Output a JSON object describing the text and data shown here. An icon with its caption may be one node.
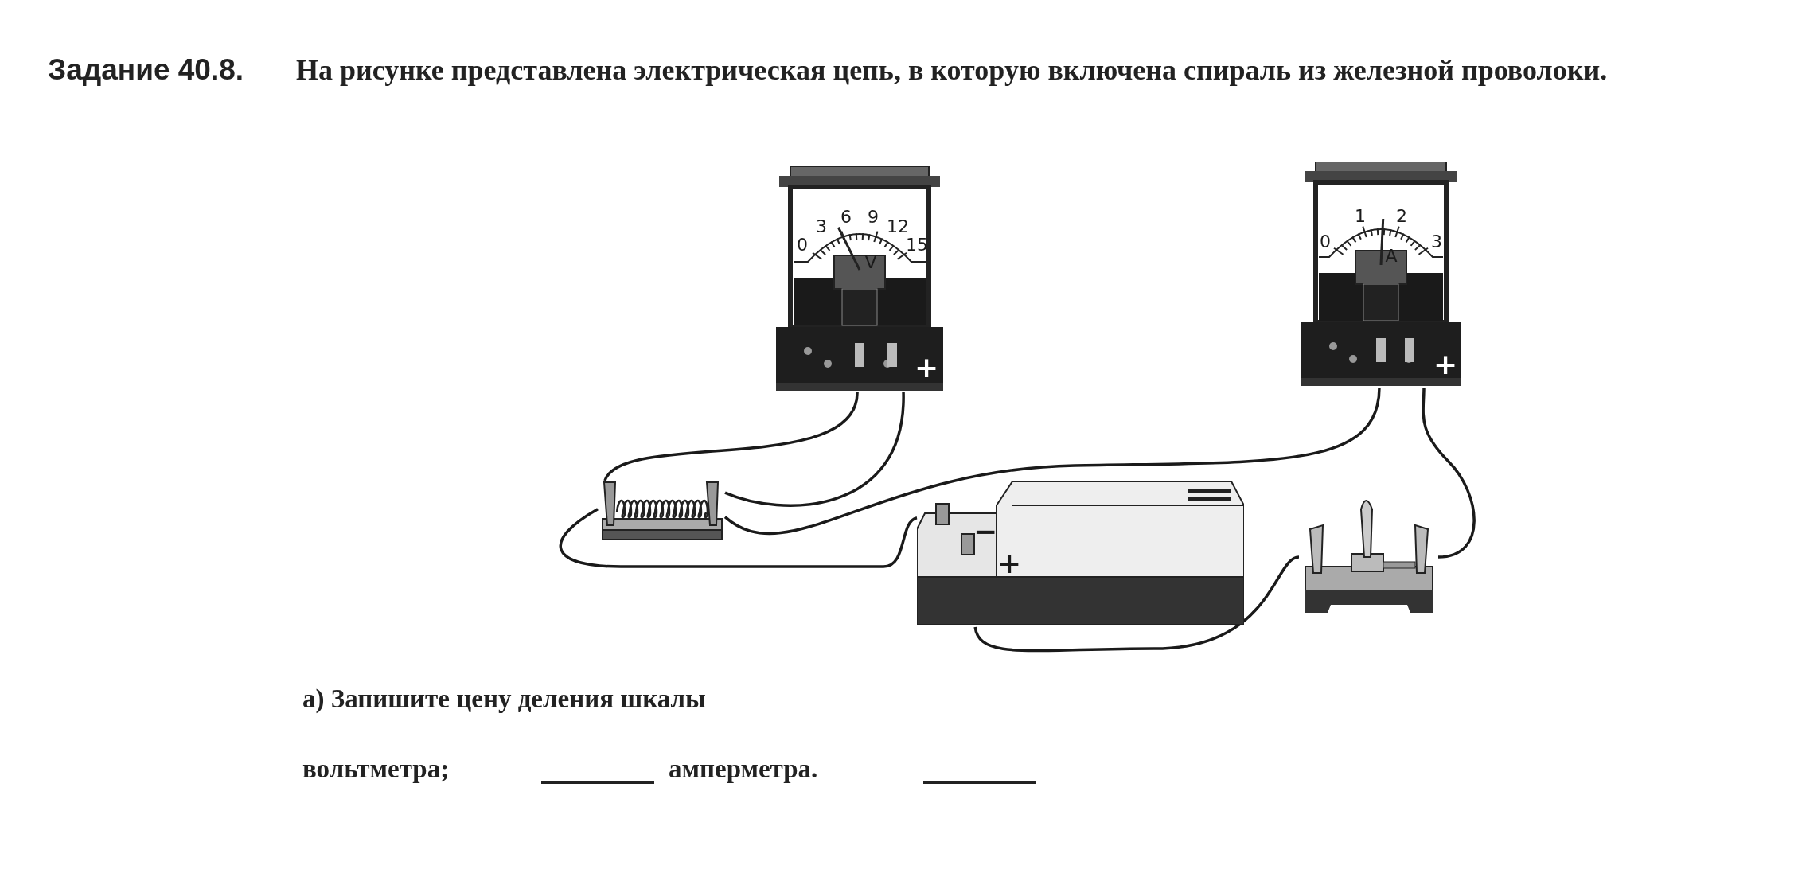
{
  "diagram": {
    "title": "Задание 40.8.",
    "nodes": [
      {
        "text": [],
        "shape": "picture"
      },
      {
        "text": [],
        "shape": "picture"
      },
      {
        "text": [],
        "shape": "picture"
      },
      {
        "text": [],
        "shape": "picture"
      },
      {
        "text": [],
        "shape": "picture"
      }
    ],
    "edges": [
      {
        "from": 0,
        "to": 2,
        "arrow": "none"
      },
      {
        "from": 0,
        "to": 2,
        "arrow": "none"
      },
      {
        "from": 2,
        "to": 1,
        "arrow": "none"
      },
      {
        "from": 2,
        "to": 3,
        "arrow": "none"
      },
      {
        "from": 3,
        "to": 4,
        "arrow": "none"
      },
      {
        "from": 4,
        "to": 1,
        "arrow": "none"
      }
    ],
    "labels": [
      "На рисунке представлена электрическая цепь, в которую включена спираль из железной проволоки.",
      "0",
      "3",
      "6",
      "9",
      "12",
      "15",
      "V",
      "+",
      "0",
      "1",
      "2",
      "3",
      "A",
      "+",
      "−",
      "+",
      "а) Запишите цену деления шкалы",
      "вольтметра;",
      "амперметра."
    ]
  }
}
